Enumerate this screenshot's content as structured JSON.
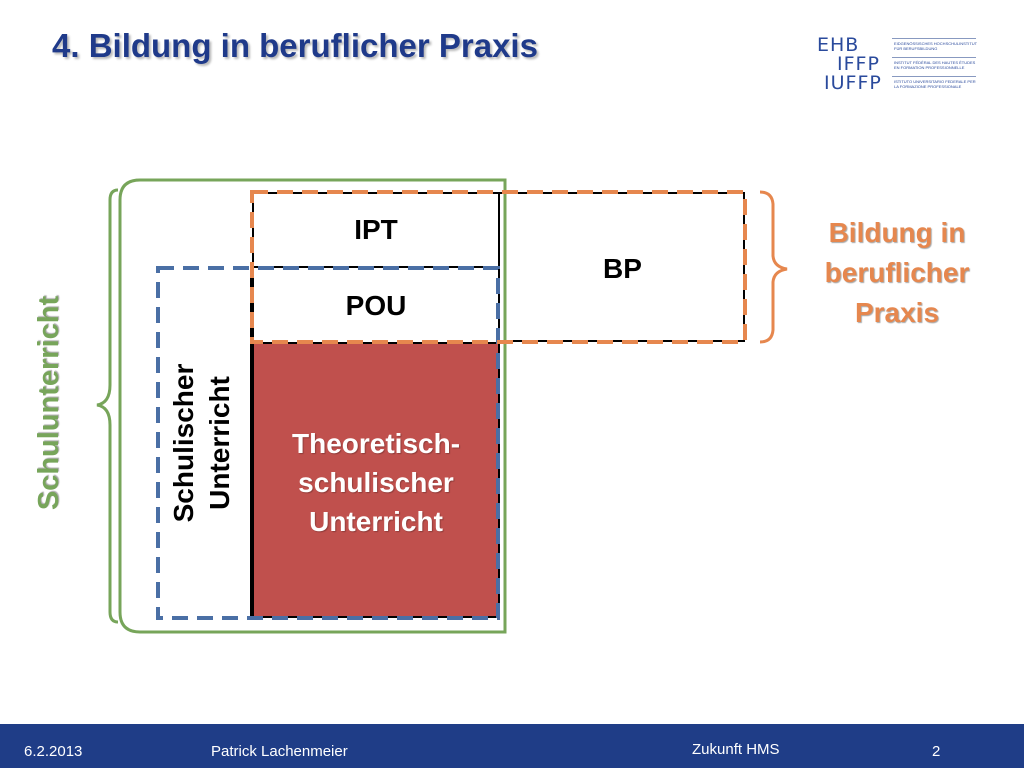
{
  "header": {
    "title": "4. Bildung in beruflicher Praxis"
  },
  "logo": {
    "lines": [
      "EHB",
      "IFFP",
      "IUFFP"
    ],
    "text_blocks": [
      "EIDGENÖSSISCHES HOCHSCHULINSTITUT FÜR BERUFSBILDUNG",
      "INSTITUT FÉDÉRAL DES HAUTES ÉTUDES EN FORMATION PROFESSIONNELLE",
      "ISTITUTO UNIVERSITARIO FEDERALE PER LA FORMAZIONE PROFESSIONALE"
    ]
  },
  "diagram": {
    "boxes": {
      "ipt": "IPT",
      "bp": "BP",
      "pou": "POU",
      "theoretisch": [
        "Theoretisch-",
        "schulischer",
        "Unterricht"
      ],
      "schulischer": [
        "Schulischer",
        "Unterricht"
      ]
    },
    "side_labels": {
      "left": "Schulunterricht",
      "right": [
        "Bildung in",
        "beruflicher",
        "Praxis"
      ]
    },
    "colors": {
      "red_fill": "#c0504d",
      "green": "#77a55a",
      "orange": "#e6874e",
      "blue": "#4a6fa5"
    }
  },
  "footer": {
    "date": "6.2.2013",
    "author": "Patrick Lachenmeier",
    "title": "Zukunft HMS",
    "page": "2"
  }
}
